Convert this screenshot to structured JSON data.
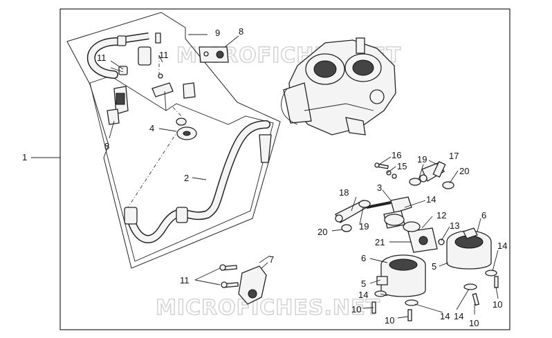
{
  "watermark": {
    "top": "MICROFICHES.NET",
    "bottom": "MICROFICHES.NET"
  },
  "callouts": {
    "c1": "1",
    "c2": "2",
    "c3": "3",
    "c4": "4",
    "c5a": "5",
    "c5b": "5",
    "c6a": "6",
    "c6b": "6",
    "c7": "7",
    "c8a": "8",
    "c8b": "8",
    "c9": "9",
    "c10a": "10",
    "c10b": "10",
    "c10c": "10",
    "c10d": "10",
    "c11a": "11",
    "c11b": "11",
    "c11c": "11",
    "c12": "12",
    "c13": "13",
    "c14a": "14",
    "c14b": "14",
    "c14c": "14",
    "c14d": "14",
    "c14e": "14",
    "c15": "15",
    "c16": "16",
    "c17": "17",
    "c18": "18",
    "c19a": "19",
    "c19b": "19",
    "c20a": "20",
    "c20b": "20",
    "c21": "21"
  }
}
